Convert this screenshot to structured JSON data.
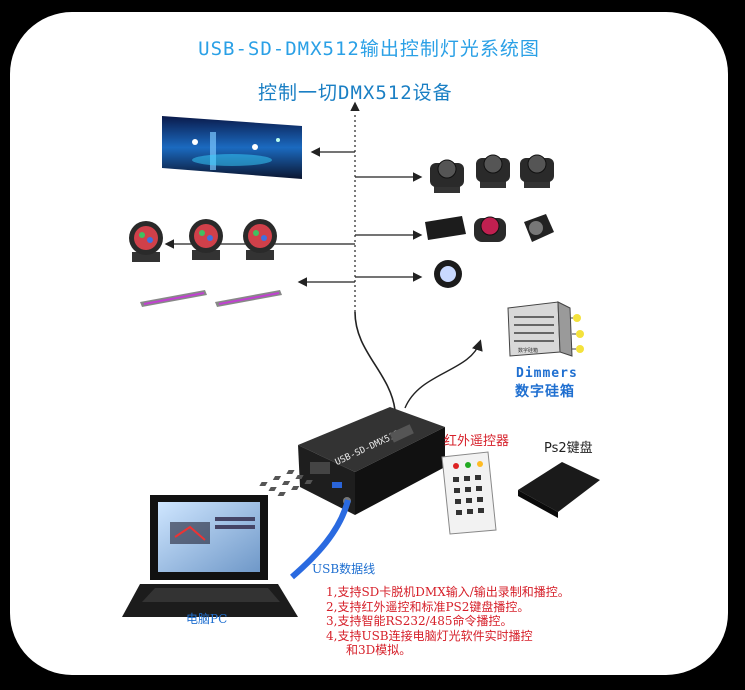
{
  "title": "USB-SD-DMX512输出控制灯光系统图",
  "subtitle": "控制一切DMX512设备",
  "dimmers": {
    "label_en": "Dimmers",
    "label_cn": "数字硅箱",
    "panel_text": "数字硅箱"
  },
  "remote_label": "红外遥控器",
  "keypad_label": "Ps2键盘",
  "usb_cable_label": "USB数据线",
  "pc_label": "电脑PC",
  "device_label": "USB-SD-DMX512",
  "features": [
    "1,支持SD卡脱机DMX输入/输出录制和播控。",
    "2,支持红外遥控和标准PS2键盘播控。",
    "3,支持智能RS232/485命令播控。",
    "4,支持USB连接电脑灯光软件实时播控",
    "和3D模拟。"
  ],
  "colors": {
    "title": "#2aa0e6",
    "label_blue": "#1f6fd0",
    "features_red": "#d6202a",
    "background": "#000000"
  }
}
